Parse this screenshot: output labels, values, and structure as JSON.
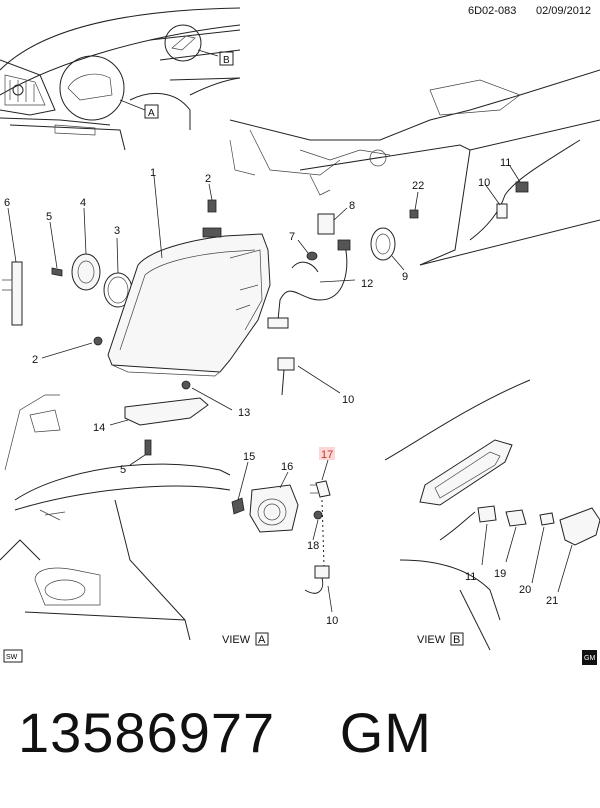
{
  "header": {
    "code": "6D02-083",
    "date": "02/09/2012"
  },
  "views": {
    "a_label": "VIEW",
    "a_letter": "A",
    "b_label": "VIEW",
    "b_letter": "B"
  },
  "callout_boxes": {
    "a": "A",
    "b": "B"
  },
  "badges": {
    "sw": "SW",
    "gm_logo": "GM"
  },
  "callouts": [
    {
      "id": "c1",
      "text": "1"
    },
    {
      "id": "c2a",
      "text": "2"
    },
    {
      "id": "c2b",
      "text": "2"
    },
    {
      "id": "c3",
      "text": "3"
    },
    {
      "id": "c4",
      "text": "4"
    },
    {
      "id": "c5a",
      "text": "5"
    },
    {
      "id": "c5b",
      "text": "5"
    },
    {
      "id": "c6",
      "text": "6"
    },
    {
      "id": "c7",
      "text": "7"
    },
    {
      "id": "c8",
      "text": "8"
    },
    {
      "id": "c9",
      "text": "9"
    },
    {
      "id": "c10a",
      "text": "10"
    },
    {
      "id": "c10b",
      "text": "10"
    },
    {
      "id": "c10c",
      "text": "10"
    },
    {
      "id": "c11a",
      "text": "11"
    },
    {
      "id": "c11b",
      "text": "11"
    },
    {
      "id": "c12",
      "text": "12"
    },
    {
      "id": "c13",
      "text": "13"
    },
    {
      "id": "c14",
      "text": "14"
    },
    {
      "id": "c15",
      "text": "15"
    },
    {
      "id": "c16",
      "text": "16"
    },
    {
      "id": "c17",
      "text": "17",
      "highlighted": true
    },
    {
      "id": "c18",
      "text": "18"
    },
    {
      "id": "c19",
      "text": "19"
    },
    {
      "id": "c20",
      "text": "20"
    },
    {
      "id": "c21",
      "text": "21"
    },
    {
      "id": "c22",
      "text": "22"
    }
  ],
  "footer": {
    "part_number": "13586977",
    "brand": "GM"
  },
  "colors": {
    "highlight_fill": "#fbd7d7",
    "highlight_text": "#c0392b"
  }
}
